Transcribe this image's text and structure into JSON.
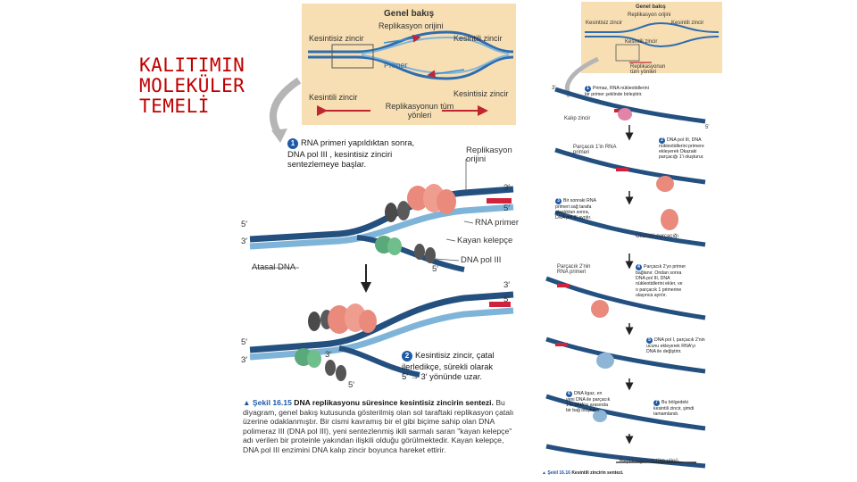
{
  "slide": {
    "title_lines": [
      "KALITIMIN",
      "MOLEKÜLER",
      "TEMELİ"
    ]
  },
  "figure1": {
    "overview": {
      "title": "Genel bakış",
      "origin": "Replikasyon orijini",
      "leading_top": "Kesintisiz zincir",
      "lagging_top": "Kesintili zincir",
      "primer": "Primer",
      "lagging_bottom": "Kesintili zincir",
      "leading_bottom": "Kesintisiz zincir",
      "all_directions": "Replikasyonun tüm yönleri"
    },
    "step1": {
      "num": "1",
      "text_lines": [
        "RNA primeri yapıldıktan sonra,",
        "DNA pol III , kesintisiz zinciri",
        "sentezlemeye başlar."
      ]
    },
    "step2": {
      "num": "2",
      "text_lines": [
        "Kesintisiz zincir, çatal",
        "ilerledikçe, sürekli olarak",
        "5′ → 3′ yönünde uzar."
      ]
    },
    "labels": {
      "origin": "Replikasyon orijini",
      "rna_primer": "RNA primer",
      "sliding_clamp": "Kayan kelepçe",
      "pol3": "DNA pol III",
      "parental": "Atasal DNA",
      "p3": "3′",
      "p5": "5′"
    },
    "caption": {
      "label": "▲ Şekil 16.15",
      "title": "DNA replikasyonu süresince kesintisiz zincirin sentezi.",
      "body": "Bu diyagram, genel bakış kutusunda gösterilmiş olan sol taraftaki replikasyon çatalı üzerine odaklanmıştır. Bir cismi kavramış bir el gibi biçime sahip olan DNA polimeraz III (DNA pol III), yeni sentezlenmiş ikili sarmalı saran \"kayan kelepçe\" adı verilen bir proteinle yakından ilişkili olduğu görülmektedir. Kayan kelepçe, DNA pol III enzimini DNA kalıp zincir boyunca hareket ettirir."
    }
  },
  "figure2": {
    "overview": {
      "title": "Genel bakış",
      "origin": "Replikasyon orijini",
      "leading": "Kesintisiz zincir",
      "lagging": "Kesintili zincir",
      "lagging2": "Kesintili zincir",
      "all_directions": "Replikasyonun tüm yönleri"
    },
    "steps": [
      {
        "num": "1",
        "lines": [
          "Primaz, RNA nükleotidlerini",
          "bir primer şeklinde birleştirir."
        ]
      },
      {
        "num": "2",
        "lines": [
          "DNA pol III, DNA",
          "nükleotidlerini primere",
          "ekleyerek Okazaki",
          "parçacığı 1'i oluşturur."
        ]
      },
      {
        "num": "3",
        "lines": [
          "Bir sonraki RNA",
          "primeri sağ tarafa",
          "ulaştıktan sonra,",
          "DNA pol III ayrılır."
        ]
      },
      {
        "num": "4",
        "lines": [
          "Parçacık 2'yo primer",
          "bağlanır. Ondan sonra",
          "DNA pol III, DNA",
          "nükleotidlerini ekler, ve",
          "o parçacık 1 primerine",
          "ulaşınca ayrılır."
        ]
      },
      {
        "num": "5",
        "lines": [
          "DNA pol I, parçacık 2'nin",
          "ucunu ekleyerek RNA'yı",
          "DNA ile değiştirir."
        ]
      },
      {
        "num": "6",
        "lines": [
          "DNA ligaz, en",
          "yeni DNA ile parçacık",
          "1'in DNA'sı arasında",
          "bir bağ oluşturur."
        ]
      },
      {
        "num": "7",
        "lines": [
          "Bu bölgedeki",
          "kesintili zincir, şimdi",
          "tamamlandı."
        ]
      }
    ],
    "labels": {
      "template": "Kalıp zincir",
      "frag1_rna": "Parçacık 1'in RNA primeri",
      "okazaki": "Okazaki parçacığı",
      "frag2_rna": "Parçacık 2'nin RNA primeri",
      "overall": "Replikasyonun tüm yönü",
      "p3": "3′",
      "p5": "5′"
    },
    "caption": {
      "label": "▲ Şekil 16.16",
      "title": "Kesintili zincirin sentezi."
    }
  },
  "colors": {
    "title_red": "#c00000",
    "overview_bg": "#f7dfb3",
    "dna_dark": "#24507f",
    "dna_light": "#7fb4d9",
    "rna_red": "#d0223a",
    "pol3_pink": "#e98a7c",
    "clamp_green": "#5aa97a",
    "step_blue": "#1f5aa6"
  }
}
